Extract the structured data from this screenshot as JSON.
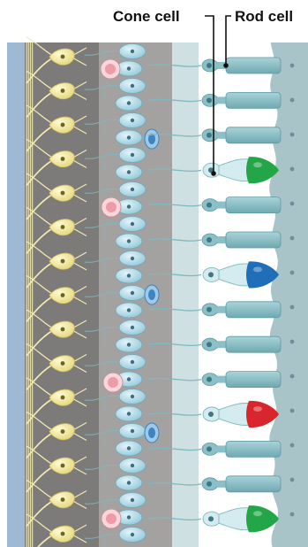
{
  "labels": {
    "cone": "Cone cell",
    "rod": "Rod cell"
  },
  "colors": {
    "background": "#ffffff",
    "ganglion_band": "#7d7b79",
    "inner_band": "#a4a2a0",
    "left_strip": "#9fb9d2",
    "outer_band": "#b9cdd1",
    "epithelium": "#a9c4c8",
    "axon_yellow": "#f4ecb3",
    "ganglion_cell": "#f6eea6",
    "bipolar_cell": "#bfe3ee",
    "horizontal_cell": "#f6c6cc",
    "amacrine_cell": "#7fb4de",
    "rod": "#7fb8c0",
    "cone_green": "#23a647",
    "cone_blue": "#1f6eb8",
    "cone_red": "#d9262d"
  },
  "icons": [
    "rod-cell-icon",
    "cone-cell-icon",
    "bipolar-cell-icon",
    "ganglion-cell-icon",
    "horizontal-cell-icon",
    "amacrine-cell-icon"
  ],
  "photoreceptors": [
    {
      "kind": "rod"
    },
    {
      "kind": "rod"
    },
    {
      "kind": "rod"
    },
    {
      "kind": "cone",
      "color": "green"
    },
    {
      "kind": "rod"
    },
    {
      "kind": "rod"
    },
    {
      "kind": "cone",
      "color": "blue"
    },
    {
      "kind": "rod"
    },
    {
      "kind": "rod"
    },
    {
      "kind": "rod"
    },
    {
      "kind": "cone",
      "color": "red"
    },
    {
      "kind": "rod"
    },
    {
      "kind": "rod"
    },
    {
      "kind": "cone",
      "color": "green"
    }
  ]
}
